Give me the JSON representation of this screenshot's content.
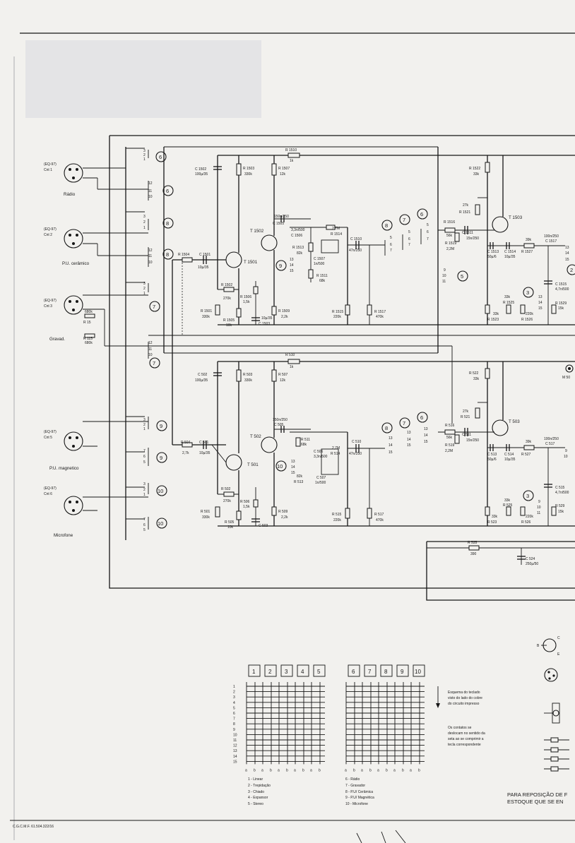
{
  "connectors": {
    "radio": {
      "type": "(EQ-97)",
      "id": "Cnt 1",
      "label": "Rádio"
    },
    "pu_ceramico": {
      "type": "(EQ-97)",
      "id": "Cnt 2",
      "label": "P.U. cerâmico"
    },
    "gravador": {
      "type": "(EQ-97)",
      "id": "Cnt 3",
      "label": "Gravad."
    },
    "pu_magnetico": {
      "type": "(EQ-97)",
      "id": "Cnt 5",
      "label": "P.U. magnetico"
    },
    "microfone": {
      "type": "(EQ-97)",
      "id": "Cnt 6",
      "label": "Microfone"
    }
  },
  "components": {
    "upper": {
      "r1510": "R 1510",
      "r1510v": "1k",
      "c1502": "C 1502",
      "c1502v": "100µ/35",
      "r1503": "R 1503",
      "r1503v": "330k",
      "r1507": "R 1507",
      "r1507v": "12k",
      "c1505": "C 1505",
      "c1505v": "150n/250",
      "t1502": "T 1502",
      "t1501": "T 1501",
      "r1504": "R 1504",
      "c1501": "C 1501",
      "c1501v": "10µ/35",
      "c1506": "C 1506",
      "c1506v": "3,3n/500",
      "r1514": "R 1514",
      "r1514v": "2,7M",
      "r1513": "R 1513",
      "r1513v": "82k",
      "c1507": "C 1507",
      "c1507v": "1n/500",
      "r1511": "R 1511",
      "r1511v": "68k",
      "r1502": "R 1502",
      "r1502v": "270k",
      "r1506": "R 1506",
      "r1506v": "1,5k",
      "r1501": "R 1501",
      "r1501v": "330k",
      "r1505": "R 1505",
      "r1505v": "10k",
      "c1503": "C 1503",
      "c1503v": "10µ/35",
      "r1509": "R 1509",
      "r1509v": "2,2k",
      "c1510": "C 1510",
      "c1510v": "47n/250",
      "r1515": "R 1515",
      "r1515v": "220k",
      "r1517": "R 1517",
      "r1517v": "470k",
      "r1516": "R 1516",
      "r1516v": "56k",
      "c1511": "C 1511",
      "c1511v": "15n/250",
      "r1519": "R 1519",
      "r1519v": "2,2M",
      "r1522": "R 1522",
      "r1522v": "33k",
      "r1521": "R 1521",
      "r1521v": "27k",
      "t1503": "T 1503",
      "c1513": "C 1513",
      "c1513v": "50µ/6",
      "c1514": "C 1514",
      "c1514v": "10µ/35",
      "r1527": "R 1527",
      "r1527v": "39k",
      "c1517": "C 1517",
      "c1517v": "100n/250",
      "c1515": "C 1515",
      "c1515v": "4,7n/500",
      "r1525": "R 1525",
      "r1525v": "33k",
      "r1523": "R 1523",
      "r1523v": "33k",
      "r1526": "R 1526",
      "r1526v": "220k",
      "r1529": "R 1529",
      "r1529v": "15k"
    },
    "lower": {
      "r510": "R 510",
      "r510v": "1k",
      "c502": "C 502",
      "c502v": "100µ/35",
      "r503": "R 503",
      "r503v": "330k",
      "r507": "R 507",
      "r507v": "12k",
      "c505": "C 505",
      "c505v": "150n/250",
      "t502": "T 502",
      "t501": "T 501",
      "r504": "R 504",
      "r504v": "2,7k",
      "c501": "C 501",
      "c501v": "10µ/35",
      "r511": "R 511",
      "r511v": "68k",
      "c506": "C 506",
      "c506v": "3,3n/500",
      "r514": "R 514",
      "r514v": "2,7M",
      "r513": "R 513",
      "r513v": "82k",
      "c507": "C 507",
      "c507v": "1n/500",
      "r502": "R 502",
      "r502v": "270k",
      "r506": "R 506",
      "r506v": "1,5k",
      "r501": "R 501",
      "r501v": "330k",
      "r505": "R 505",
      "r505v": "10k",
      "c503": "C 503",
      "r509": "R 509",
      "r509v": "2,2k",
      "c510": "C 510",
      "c510v": "47n/250",
      "r515": "R 515",
      "r515v": "220k",
      "r517": "R 517",
      "r517v": "470k",
      "r516": "R 516",
      "r516v": "56k",
      "c511": "C 511",
      "c511v": "15n/250",
      "r519": "R 519",
      "r519v": "2,2M",
      "r522": "R 522",
      "r522v": "33k",
      "r521": "R 521",
      "r521v": "27k",
      "t503": "T 503",
      "c513": "C 513",
      "c513v": "50µ/6",
      "c514": "C 514",
      "c514v": "10µ/35",
      "r527": "R 527",
      "r527v": "39k",
      "c517": "C 517",
      "c517v": "100n/250",
      "c515": "C 515",
      "c515v": "4,7n/500",
      "r525": "R 525",
      "r525v": "33k",
      "r523": "R 523",
      "r523v": "33k",
      "r526": "R 526",
      "r526v": "220k",
      "r529": "R 529",
      "r529v": "15k",
      "r535": "R 535",
      "r535v": "390",
      "c524": "C 524",
      "c524v": "250µ/50",
      "m50": "M 50"
    },
    "input_mix": {
      "r15": "R 15",
      "r15v": "680k",
      "r115": "R 115",
      "r115v": "680k"
    }
  },
  "key_numbers": {
    "upper": [
      "6",
      "6",
      "8",
      "8",
      "7",
      "9",
      "8",
      "7",
      "6",
      "5",
      "3",
      "2"
    ],
    "lower": [
      "7",
      "9",
      "9",
      "10",
      "10",
      "10",
      "8",
      "7",
      "6",
      "3"
    ]
  },
  "keyboard": {
    "keys_left": [
      "1",
      "2",
      "3",
      "4",
      "5"
    ],
    "keys_right": [
      "6",
      "7",
      "8",
      "9",
      "10"
    ],
    "rows": [
      "1",
      "2",
      "3",
      "4",
      "5",
      "6",
      "7",
      "8",
      "9",
      "10",
      "11",
      "12",
      "13",
      "14",
      "15"
    ],
    "columns": [
      "a",
      "b",
      "a",
      "b",
      "a",
      "b",
      "a",
      "b",
      "a",
      "b"
    ],
    "description": "Esquema do teclado visto do lado do cobre do circuito impresso",
    "note": "Os contatos se deslocam no sentido da seta ao se comprimir a tecla correspondente"
  },
  "legend": [
    "1 - Linear",
    "2 - Trepidação",
    "3 - Chiado",
    "4 - Expansor",
    "5 - Stereo",
    "6 - Rádio",
    "7 - Gravador",
    "8 - P.U/ Cerâmica",
    "9 - P.U/ Magnética",
    "10 - Microfone"
  ],
  "footer": {
    "note_line1": "PARA REPOSIÇÃO DE F",
    "note_line2": "ESTOQUE QUE SE EN",
    "code": "C.G.C.M.F. 61.504.322/16"
  },
  "pinout": {
    "b": "B",
    "c": "C",
    "e": "E"
  }
}
